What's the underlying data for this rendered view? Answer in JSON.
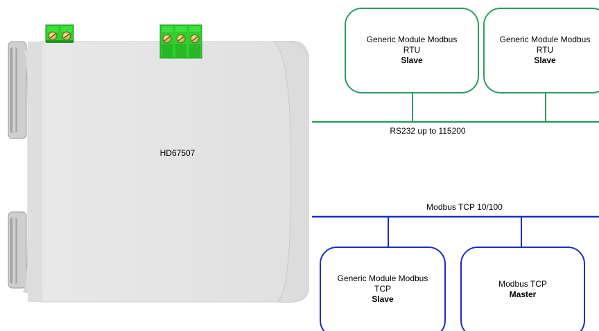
{
  "device": {
    "name": "HD67507"
  },
  "networks": {
    "rs232": {
      "label": "RS232 up to 115200",
      "color": "#2e9a62"
    },
    "tcp": {
      "label": "Modbus TCP 10/100",
      "color": "#1a2fc4"
    }
  },
  "modules": {
    "rtu_slave_1": {
      "line1": "Generic Module Modbus",
      "line2": "RTU",
      "role": "Slave"
    },
    "rtu_slave_2": {
      "line1": "Generic Module Modbus",
      "line2": "RTU",
      "role": "Slave"
    },
    "tcp_slave": {
      "line1": "Generic Module Modbus",
      "line2": "TCP",
      "role": "Slave"
    },
    "tcp_master": {
      "line1": "Modbus TCP",
      "role": "Master"
    }
  },
  "colors": {
    "device_body": "#e4e4e4",
    "device_edge": "#c9c9c9",
    "connector": "#2fcf2f",
    "connector_dark": "#1e9a1e"
  }
}
